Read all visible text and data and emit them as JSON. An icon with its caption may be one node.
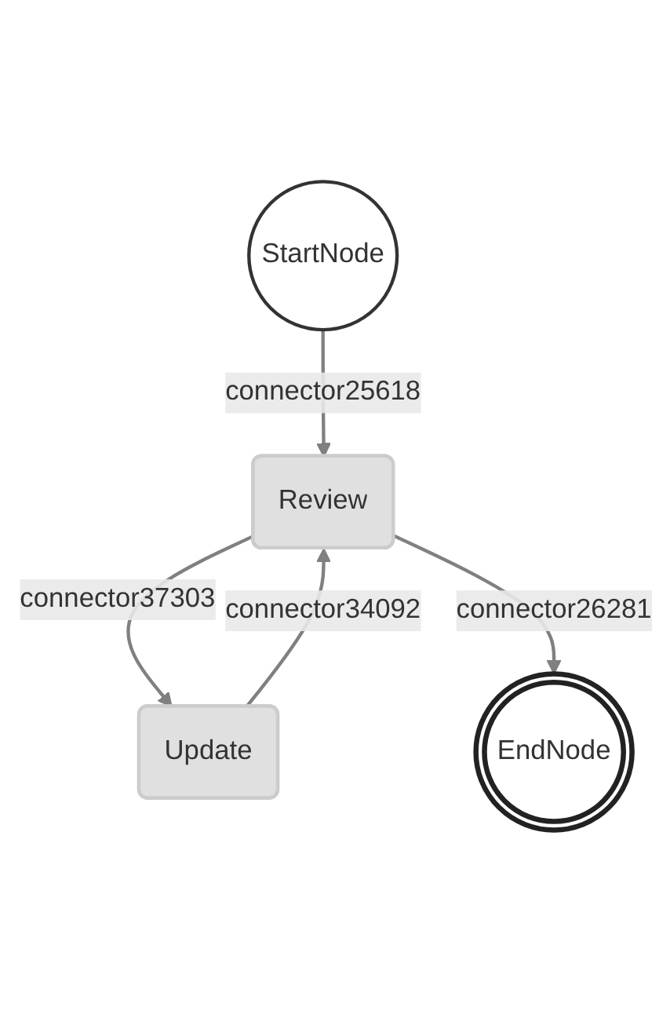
{
  "diagram": {
    "nodes": [
      {
        "text": [
          "StartNode"
        ]
      },
      {
        "text": [
          "Update"
        ]
      },
      {
        "text": [
          "Review"
        ]
      },
      {
        "text": [
          "EndNode"
        ]
      }
    ],
    "edges": [
      {
        "from": 0,
        "to": 2,
        "arrow": "to",
        "label": "connector25618"
      },
      {
        "from": 2,
        "to": 1,
        "arrow": "to",
        "label": "connector37303"
      },
      {
        "from": 1,
        "to": 2,
        "arrow": "to",
        "label": "connector34092"
      },
      {
        "from": 2,
        "to": 3,
        "arrow": "to",
        "label": "connector26281"
      }
    ]
  }
}
